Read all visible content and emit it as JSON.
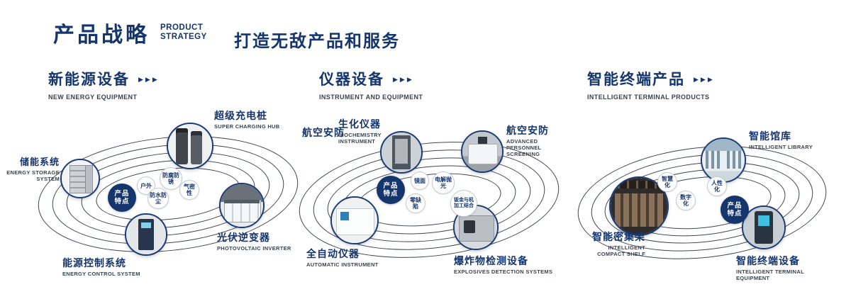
{
  "header": {
    "title": "产品战略",
    "subtitle_line1": "PRODUCT",
    "subtitle_line2": "STRATEGY",
    "tagline": "打造无敌产品和服务"
  },
  "icons": {
    "chevrons": "▶▶▶"
  },
  "badge": {
    "line1": "产品",
    "line2": "特点"
  },
  "sections": [
    {
      "title": "新能源设备",
      "title_en": "NEW ENERGY EQUIPMENT",
      "products": [
        {
          "zh": "储能系统",
          "en": "ENERGY STORAGE SYSTEM"
        },
        {
          "zh": "超级充电桩",
          "en": "SUPER CHARGING HUB"
        },
        {
          "zh": "光伏逆变器",
          "en": "PHOTOVOLTAIC INVERTER"
        },
        {
          "zh": "能源控制系统",
          "en": "ENERGY CONTROL SYSTEM"
        }
      ],
      "features": [
        "户外",
        "防腐防锈",
        "气密性",
        "防水防尘"
      ]
    },
    {
      "title": "仪器设备",
      "title_en": "INSTRUMENT AND EQUIPMENT",
      "side_label": "航空安防",
      "products": [
        {
          "zh": "生化仪器",
          "en": "BIOCHEMISTRY INSTRUMENT"
        },
        {
          "zh": "航空安防",
          "en": "ADVANCED PERSONNEL SCREENING"
        },
        {
          "zh": "全自动仪器",
          "en": "AUTOMATIC INSTRUMENT"
        },
        {
          "zh": "爆炸物检测设备",
          "en": "EXPLOSIVES DETECTION SYSTEMS"
        }
      ],
      "features": [
        "镜面",
        "电解抛光",
        "零缺陷",
        "钣金与机加工结合"
      ]
    },
    {
      "title": "智能终端产品",
      "title_en": "INTELLIGENT TERMINAL PRODUCTS",
      "products": [
        {
          "zh": "智能馆库",
          "en": "INTELLIGENT LIBRARY"
        },
        {
          "zh": "智能密集架",
          "en": "INTELLIGENT COMPACT SHELF"
        },
        {
          "zh": "智能终端设备",
          "en": "INTELLIGENT TERMINAL EQUIPMENT"
        }
      ],
      "features": [
        "智慧化",
        "人性化",
        "数字化"
      ]
    }
  ],
  "colors": {
    "navy": "#15356d",
    "text_dark": "#39434f"
  }
}
